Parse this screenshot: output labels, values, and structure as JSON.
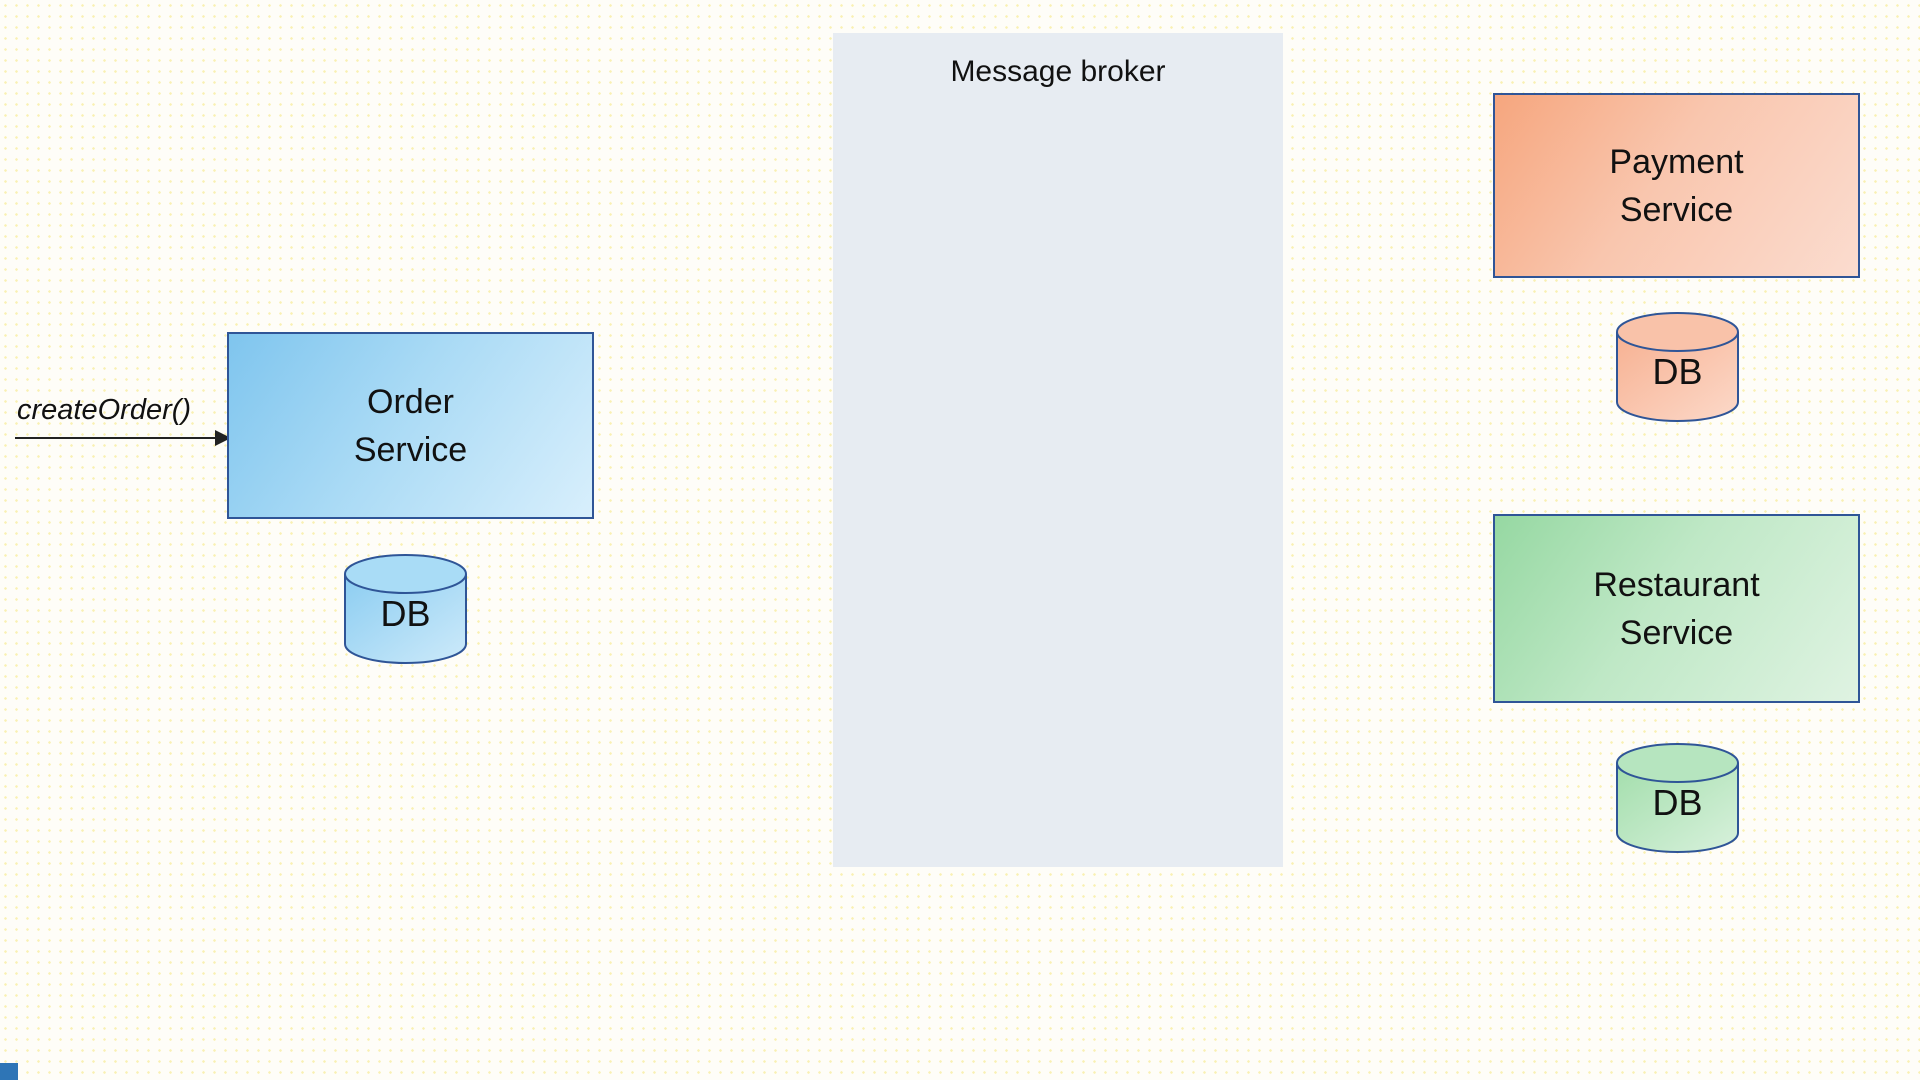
{
  "canvas": {
    "background_color": "#fefdf8",
    "dot_pattern_color": "#f7ec96"
  },
  "arrow": {
    "label": "createOrder()"
  },
  "message_broker": {
    "title": "Message broker",
    "bg_color": "#e7ecf2"
  },
  "services": {
    "order": {
      "label": "Order\nService",
      "db_label": "DB",
      "gradient_start": "#7fc5ee",
      "gradient_end": "#d8effc"
    },
    "payment": {
      "label": "Payment\nService",
      "db_label": "DB",
      "gradient_start": "#f6a67e",
      "gradient_end": "#fbdccf"
    },
    "restaurant": {
      "label": "Restaurant\nService",
      "db_label": "DB",
      "gradient_start": "#96d8a2",
      "gradient_end": "#dff3e2"
    }
  },
  "accents": {
    "shape_border_color": "#2f5597",
    "arrow_color": "#222222",
    "corner_square_color": "#2e75b6"
  }
}
